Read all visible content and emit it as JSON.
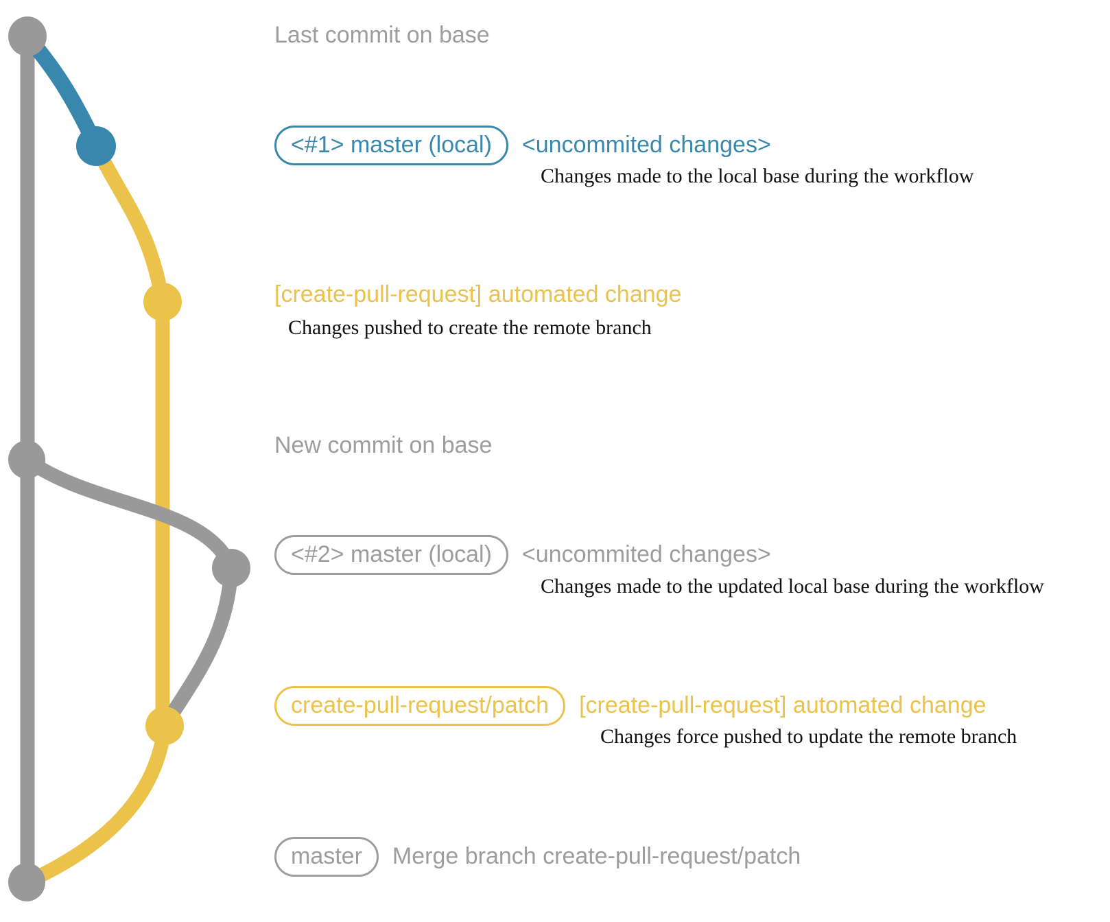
{
  "colors": {
    "gray": "#999999",
    "blue": "#3a87ad",
    "yellow": "#ebc24a",
    "heading_gray": "#9d9d9d",
    "desc_black": "#111111"
  },
  "graph_nodes": [
    "last-commit-on-base-dot",
    "local-commit-1-dot",
    "patch-commit-1-dot",
    "new-commit-on-base-dot",
    "local-commit-2-dot",
    "patch-commit-2-dot",
    "merge-commit-dot"
  ],
  "annotations": {
    "last_commit": {
      "title": "Last commit on base"
    },
    "commit1": {
      "badge": "<#1> master (local)",
      "tag": "<uncommited changes>",
      "desc": "Changes made to the local base during the workflow"
    },
    "push1": {
      "title": "[create-pull-request] automated change",
      "desc": "Changes pushed to create the remote branch"
    },
    "new_commit": {
      "title": "New commit on base"
    },
    "commit2": {
      "badge": "<#2> master (local)",
      "tag": "<uncommited changes>",
      "desc": "Changes made to the updated local base during the workflow"
    },
    "push2": {
      "badge": "create-pull-request/patch",
      "tag": "[create-pull-request] automated change",
      "desc": "Changes force pushed to update the remote branch"
    },
    "merge": {
      "badge": "master",
      "title": "Merge branch create-pull-request/patch"
    }
  }
}
